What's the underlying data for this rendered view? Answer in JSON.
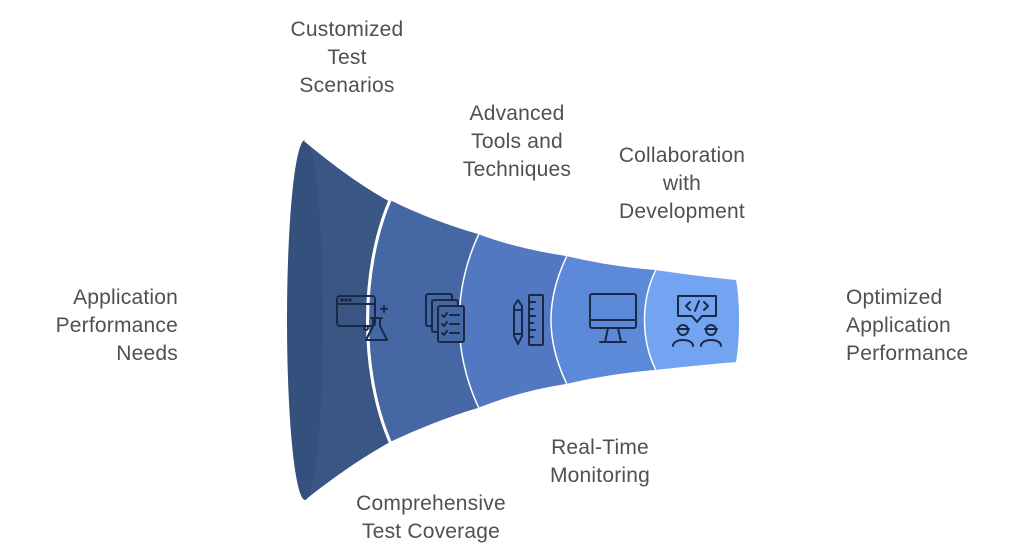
{
  "diagram": {
    "input_label": "Application\nPerformance\nNeeds",
    "output_label": "Optimized\nApplication\nPerformance",
    "stages": [
      {
        "label": "Customized\nTest\nScenarios",
        "icon": "browser-flask-icon",
        "color": "#3a5684"
      },
      {
        "label": "Comprehensive\nTest Coverage",
        "icon": "checklist-documents-icon",
        "color": "#4568a4"
      },
      {
        "label": "Advanced\nTools and\nTechniques",
        "icon": "pencil-ruler-icon",
        "color": "#5178c0"
      },
      {
        "label": "Real-Time\nMonitoring",
        "icon": "monitor-icon",
        "color": "#5d8ad8"
      },
      {
        "label": "Collaboration\nwith\nDevelopment",
        "icon": "developers-code-icon",
        "color": "#73a4f2"
      }
    ]
  }
}
